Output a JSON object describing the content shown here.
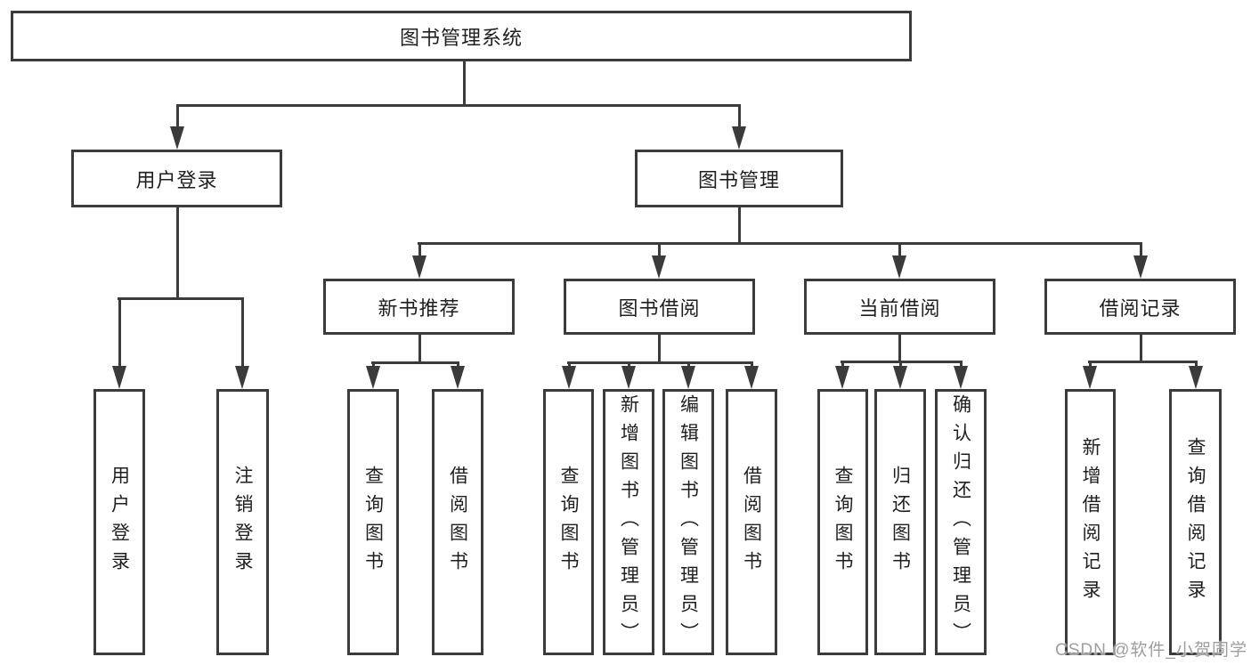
{
  "nodes": {
    "root": {
      "label": "图书管理系统"
    },
    "user_login": {
      "label": "用户登录"
    },
    "book_mgmt": {
      "label": "图书管理"
    },
    "new_book_rec": {
      "label": "新书推荐"
    },
    "book_borrow": {
      "label": "图书借阅"
    },
    "current_borrow": {
      "label": "当前借阅"
    },
    "borrow_records": {
      "label": "借阅记录"
    },
    "leaf_user_login": {
      "label": "用户登录"
    },
    "leaf_logout": {
      "label": "注销登录"
    },
    "leaf_nb_query": {
      "label": "查询图书"
    },
    "leaf_nb_borrow": {
      "label": "借阅图书"
    },
    "leaf_bb_query": {
      "label": "查询图书"
    },
    "leaf_bb_add": {
      "label": "新增图书（管理员）"
    },
    "leaf_bb_edit": {
      "label": "编辑图书（管理员）"
    },
    "leaf_bb_borrow": {
      "label": "借阅图书"
    },
    "leaf_cb_query": {
      "label": "查询图书"
    },
    "leaf_cb_return": {
      "label": "归还图书"
    },
    "leaf_cb_confirm": {
      "label": "确认归还（管理员）"
    },
    "leaf_br_add": {
      "label": "新增借阅记录"
    },
    "leaf_br_query": {
      "label": "查询借阅记录"
    }
  },
  "hierarchy": {
    "图书管理系统": {
      "用户登录": [
        "用户登录",
        "注销登录"
      ],
      "图书管理": {
        "新书推荐": [
          "查询图书",
          "借阅图书"
        ],
        "图书借阅": [
          "查询图书",
          "新增图书（管理员）",
          "编辑图书（管理员）",
          "借阅图书"
        ],
        "当前借阅": [
          "查询图书",
          "归还图书",
          "确认归还（管理员）"
        ],
        "借阅记录": [
          "新增借阅记录",
          "查询借阅记录"
        ]
      }
    }
  },
  "watermark": {
    "text": "CSDN @软件_小贺同学"
  },
  "colors": {
    "line": "#3b3b3b",
    "text": "#1f1f1f",
    "watermark": "#9e9e9e",
    "background": "#ffffff"
  }
}
